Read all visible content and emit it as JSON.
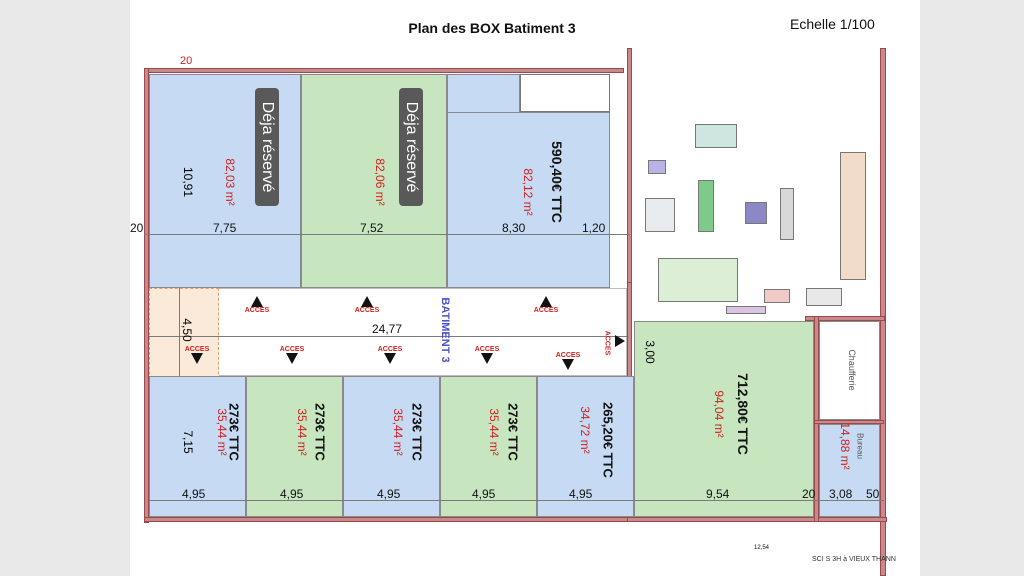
{
  "plan": {
    "title": "Plan des BOX Batiment 3",
    "scale": "Echelle 1/100",
    "building_label": "BATIMENT 3",
    "corridor_length": "24,77",
    "corridor_width": "4,50",
    "right_corridor_height": "3,00",
    "top_left_dim": "20",
    "left_dim": "20",
    "footer": "SCI S 3H à VIEUX THANN",
    "footer_small": "12,54",
    "colors": {
      "blue": "#c6dbf3",
      "green": "#c7e6c0",
      "wall": "#c9888a",
      "area_text": "#d0201e"
    }
  },
  "top_boxes": [
    {
      "area": "82,03 m²",
      "depth": "10,91",
      "width": "7,75",
      "status": "Déja réservé",
      "color": "blue"
    },
    {
      "area": "82,06 m²",
      "width": "7,52",
      "status": "Déja réservé",
      "color": "green"
    },
    {
      "area": "82,12 m²",
      "width": "8,30",
      "price": "590,40€ TTC",
      "extra_dim": "1,20",
      "color": "blue"
    }
  ],
  "bottom_boxes": [
    {
      "area": "35,44 m²",
      "price": "273€ TTC",
      "width": "4,95",
      "depth": "7,15",
      "color": "blue"
    },
    {
      "area": "35,44 m²",
      "price": "273€ TTC",
      "width": "4,95",
      "color": "green"
    },
    {
      "area": "35,44 m²",
      "price": "273€ TTC",
      "width": "4,95",
      "color": "blue"
    },
    {
      "area": "35,44 m²",
      "price": "273€ TTC",
      "width": "4,95",
      "color": "green"
    },
    {
      "area": "34,72 m²",
      "price": "265,20€ TTC",
      "width": "4,95",
      "color": "blue"
    }
  ],
  "large_box": {
    "area": "94,04 m²",
    "price": "712,80€ TTC",
    "width": "9,54",
    "wall_dim": "20",
    "color": "green"
  },
  "bureau": {
    "label": "Bureau",
    "area": "14,88 m²",
    "width": "3,08",
    "extra": "50"
  },
  "chaufferie": {
    "label": "Chaufferie"
  },
  "acces_label": "ACCES"
}
